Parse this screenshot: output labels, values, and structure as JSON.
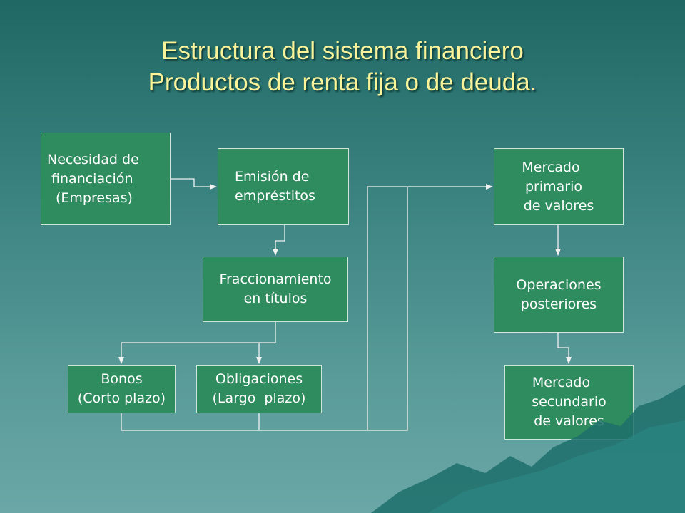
{
  "title": {
    "line1": "Estructura del sistema financiero",
    "line2": "Productos de renta fija o de deuda."
  },
  "nodes": {
    "necesidad": [
      "Necesidad de",
      " financiación",
      "(Empresas)"
    ],
    "emision": [
      "Emisión de",
      "empréstitos"
    ],
    "fraccionamiento": [
      "Fraccionamiento",
      "en títulos"
    ],
    "bonos": [
      "Bonos",
      "(Corto plazo)"
    ],
    "obligaciones": [
      "Obligaciones",
      "(Largo  plazo)"
    ],
    "primario": [
      "Mercado",
      "primario",
      "de valores"
    ],
    "operaciones": [
      "Operaciones",
      "posteriores"
    ],
    "secundario": [
      "Mercado",
      "secundario",
      "de valores"
    ]
  },
  "colors": {
    "title": "#fbf39a",
    "box_fill": "#2f8c5e",
    "line": "#f2f2f2"
  }
}
